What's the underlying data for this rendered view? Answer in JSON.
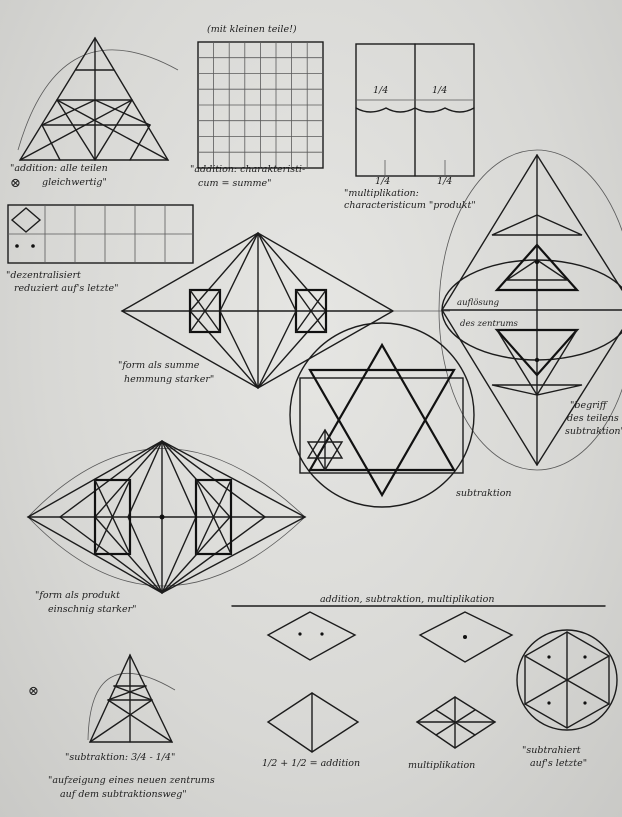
{
  "notes": {
    "n1": "\"addition: alle teilen",
    "n1b": "gleichwertig\"",
    "n2": "(mit kleinen teile!)",
    "n3": "\"addition: charakteristi-",
    "n3b": "cum = summe\"",
    "n4": "\"multiplikation:",
    "n4b": "characteristicum \"produkt\"",
    "n5": "\"dezentralisiert",
    "n5b": "reduziert auf's letzte\"",
    "n6": "\"form als summe",
    "n6b": "hemmung starker\"",
    "n7": "auflösung",
    "n7b": "des zentrums",
    "n8": "\"begriff",
    "n8b": "des teilens",
    "n8c": "subtraktion\"",
    "n9": "subtraktion",
    "n10": "\"form als produkt",
    "n10b": "einschnig starker\"",
    "n11": "addition, subtraktion, multiplikation",
    "n12": "\"subtraktion: 3/4 - 1/4\"",
    "n13": "\"aufzeigung eines neuen zentrums",
    "n13b": "auf dem subtraktionsweg\"",
    "n14": "1/2 + 1/2 = addition",
    "n15": "multiplikation",
    "n16": "\"subtrahiert",
    "n16b": "auf's letzte\"",
    "frac1": "1/4",
    "frac2": "1/4",
    "frac3": "1/4",
    "frac4": "1/4",
    "sym1": "⊗",
    "sym2": "⊗"
  }
}
